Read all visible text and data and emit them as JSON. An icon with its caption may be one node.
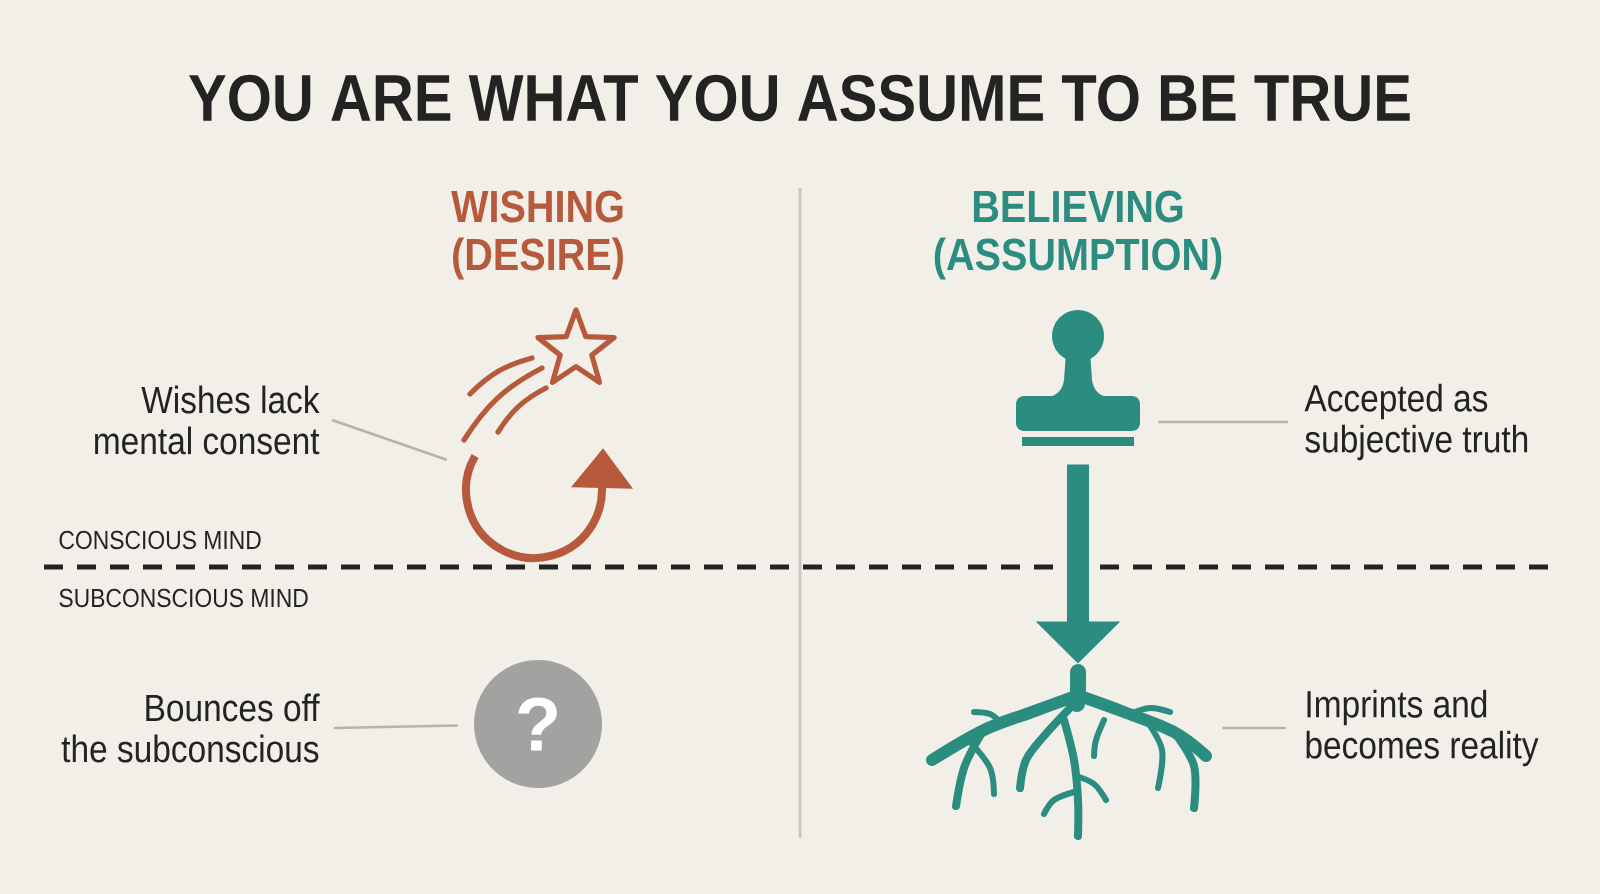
{
  "diagram": {
    "title": "YOU ARE WHAT YOU ASSUME TO BE TRUE",
    "nodes": [
      {
        "text": [
          "Wishes lack mental consent"
        ]
      },
      {
        "text": [],
        "shape": "picture"
      },
      {
        "text": [
          "Bounces off the subconscious"
        ]
      },
      {
        "text": [
          "?"
        ]
      },
      {
        "text": [
          "Accepted as subjective truth"
        ]
      },
      {
        "text": [],
        "shape": "picture"
      },
      {
        "text": [
          "Imprints and becomes reality"
        ]
      },
      {
        "text": [],
        "shape": "picture"
      }
    ],
    "edges": [
      {
        "from": 0,
        "to": 1,
        "arrow": "none"
      },
      {
        "from": 2,
        "to": 3,
        "arrow": "none"
      },
      {
        "from": 4,
        "to": 5,
        "arrow": "none"
      },
      {
        "from": 6,
        "to": 7,
        "arrow": "none"
      },
      {
        "from": 5,
        "to": 7,
        "arrow": "to",
        "style": "thick",
        "color": "#2b8c80"
      }
    ],
    "labels": [
      "WISHING (DESIRE)",
      "BELIEVING (ASSUMPTION)",
      "CONSCIOUS MIND",
      "SUBCONSCIOUS MIND"
    ]
  }
}
